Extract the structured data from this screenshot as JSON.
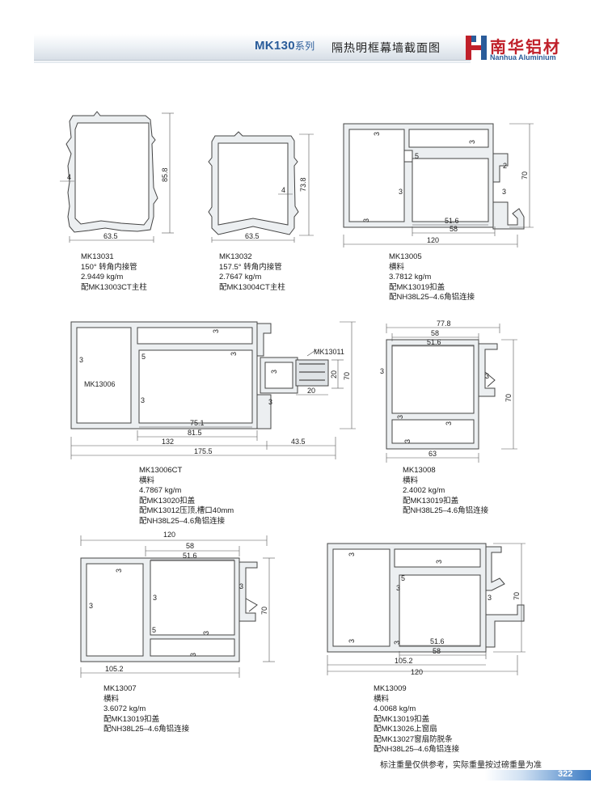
{
  "header": {
    "series": "MK130",
    "series_suffix": "系列",
    "title": "隔热明框幕墙截面图"
  },
  "logo": {
    "name_cn": "南华铝材",
    "name_en": "Nanhua Aluminium"
  },
  "profiles": {
    "mk13031": {
      "code": "MK13031",
      "lines": [
        "150° 转角内接管",
        "2.9449 kg/m",
        "配MK13003CT主柱"
      ],
      "dims": {
        "w": "63.5",
        "h": "85.8",
        "t": "4"
      }
    },
    "mk13032": {
      "code": "MK13032",
      "lines": [
        "157.5° 转角内接管",
        "2.7647 kg/m",
        "配MK13004CT主柱"
      ],
      "dims": {
        "w": "63.5",
        "h": "73.8",
        "t": "4"
      }
    },
    "mk13005": {
      "code": "MK13005",
      "lines": [
        "横料",
        "3.7812 kg/m",
        "配MK13019扣盖",
        "配NH38L25–4.6角铝连接"
      ],
      "dims": {
        "w": "120",
        "h": "70",
        "a": "58",
        "b": "51.6",
        "t3": "3",
        "t5": "5",
        "t2": "2"
      }
    },
    "mk13006ct": {
      "code": "MK13006CT",
      "lines": [
        "横料",
        "4.7867 kg/m",
        "配MK13020扣盖",
        "配MK13012压顶,槽口40mm",
        "配NH38L25–4.6角铝连接"
      ],
      "dims": {
        "total": "175.5",
        "main": "132",
        "ext": "43.5",
        "a": "81.5",
        "b": "75.1",
        "h": "70",
        "h2": "20",
        "w2": "20",
        "t3": "3",
        "t5": "5"
      },
      "inner_label": "MK13006",
      "insert_label": "MK13011"
    },
    "mk13008": {
      "code": "MK13008",
      "lines": [
        "横料",
        "2.4002 kg/m",
        "配MK13019扣盖",
        "配NH38L25–4.6角铝连接"
      ],
      "dims": {
        "w": "77.8",
        "a": "58",
        "b": "51.6",
        "c": "63",
        "h": "70",
        "t3": "3"
      }
    },
    "mk13007": {
      "code": "MK13007",
      "lines": [
        "横料",
        "3.6072 kg/m",
        "配MK13019扣盖",
        "配NH38L25–4.6角铝连接"
      ],
      "dims": {
        "w": "120",
        "a": "58",
        "b": "51.6",
        "c": "105.2",
        "h": "70",
        "t3": "3",
        "t5": "5"
      }
    },
    "mk13009": {
      "code": "MK13009",
      "lines": [
        "横料",
        "4.0068 kg/m",
        "配MK13019扣盖",
        "配MK13026上窗扇",
        "配MK13027窗扇防脱条",
        "配NH38L25–4.6角铝连接"
      ],
      "dims": {
        "w": "120",
        "a": "58",
        "b": "51.6",
        "c": "105.2",
        "h": "70",
        "t3": "3",
        "t5": "5"
      }
    }
  },
  "footer": {
    "note": "标注重量仅供参考，实际重量按过磅重量为准",
    "page": "322"
  },
  "colors": {
    "brand_red": "#c0202a",
    "brand_blue": "#2a5c9a",
    "profile_fill": "#eceff1"
  }
}
